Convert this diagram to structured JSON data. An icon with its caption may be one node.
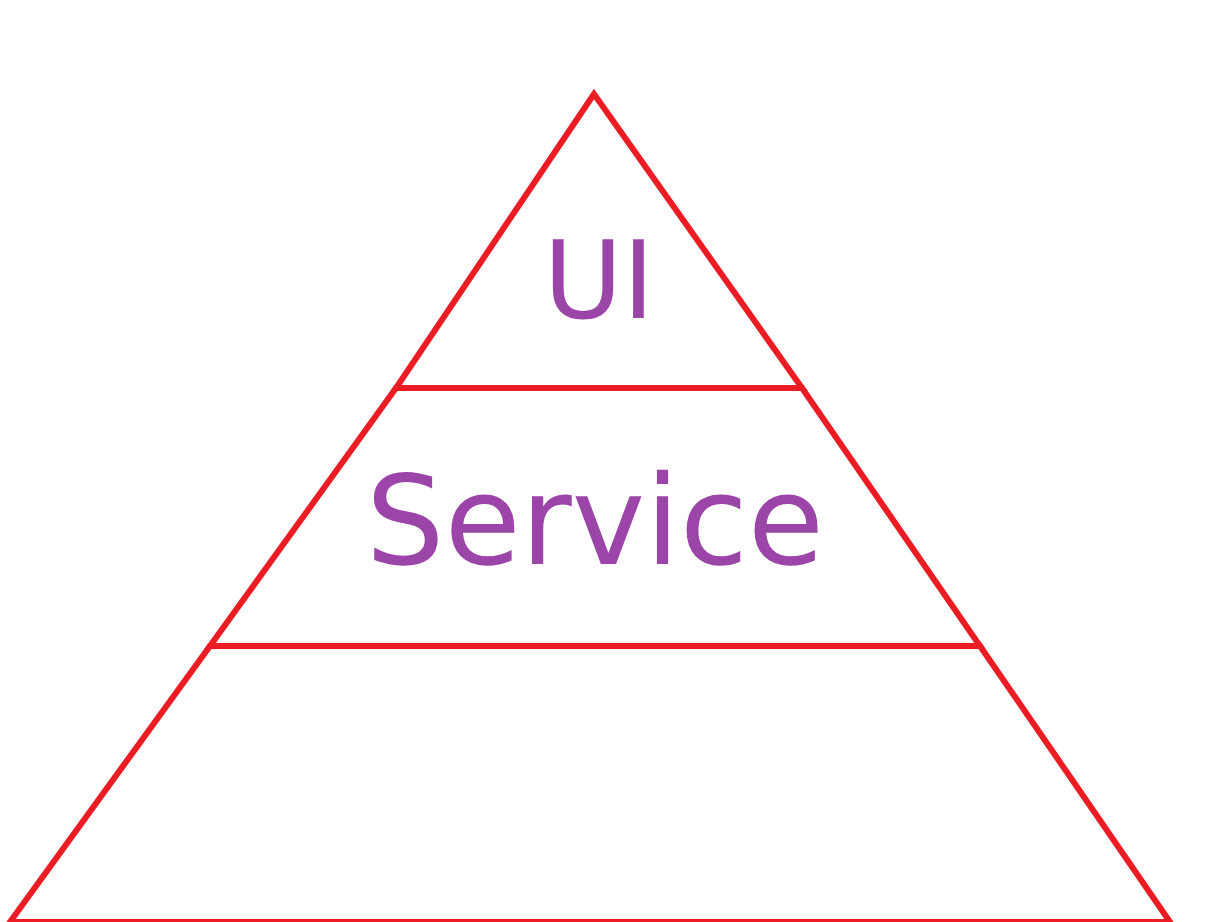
{
  "diagram": {
    "nodes": [
      {
        "text": [
          "UI"
        ]
      },
      {
        "text": [
          "Service"
        ]
      },
      {
        "text": [],
        "shape": "trapezoid"
      }
    ]
  }
}
